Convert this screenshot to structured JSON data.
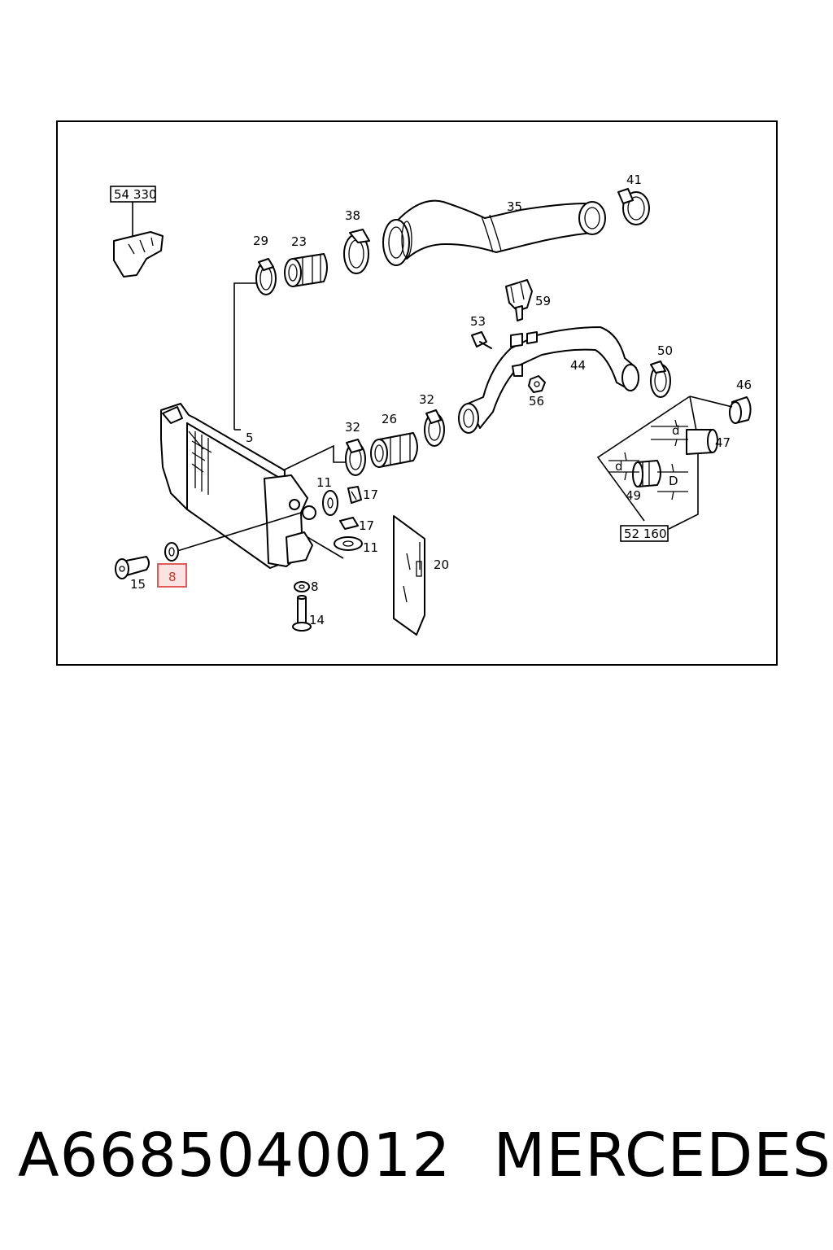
{
  "frame_labels": {
    "ref_54330": "54 330",
    "ref_52160": "52 160",
    "p29": "29",
    "p23": "23",
    "p38": "38",
    "p35": "35",
    "p41": "41",
    "p59": "59",
    "p53": "53",
    "p44": "44",
    "p50": "50",
    "p56": "56",
    "p46": "46",
    "p5": "5",
    "p32a": "32",
    "p26": "26",
    "p32b": "32",
    "p47": "47",
    "p11a": "11",
    "p17a": "17",
    "p17b": "17",
    "p11b": "11",
    "p20": "20",
    "p49": "49",
    "p15": "15",
    "p8_highlight": "8",
    "p8": "8",
    "p14": "14",
    "dim_d1": "d",
    "dim_d2": "d",
    "dim_D": "D"
  },
  "highlight_color": "#e05a5a",
  "caption": {
    "part_number": "A6685040012",
    "brand": "MERCEDES"
  }
}
